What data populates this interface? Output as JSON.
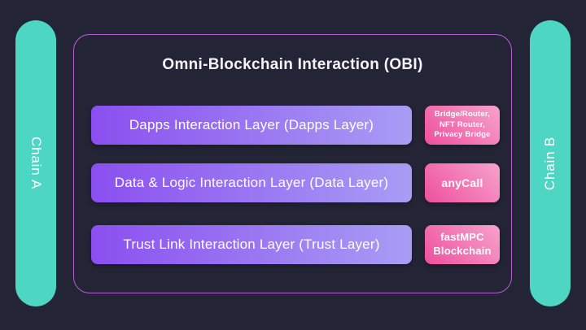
{
  "colors": {
    "background": "#232536",
    "teal": "#4dd6c3",
    "purple_start": "#8b4ff0",
    "purple_end": "#a89df4",
    "pink_start": "#ef4f9d",
    "pink_end": "#f6a3cd",
    "border": "#b45fd9",
    "text_light": "#f4f2fb"
  },
  "chains": {
    "left": "Chain A",
    "right": "Chain B"
  },
  "diagram": {
    "title": "Omni-Blockchain Interaction (OBI)",
    "layers": [
      {
        "label": "Dapps Interaction Layer (Dapps Layer)",
        "side_lines": [
          "Bridge/Router,",
          "NFT Router,",
          "Privacy Bridge"
        ]
      },
      {
        "label": "Data & Logic Interaction Layer (Data Layer)",
        "side_lines": [
          "anyCall"
        ]
      },
      {
        "label": "Trust Link Interaction Layer (Trust Layer)",
        "side_lines": [
          "fastMPC",
          "Blockchain"
        ]
      }
    ]
  }
}
